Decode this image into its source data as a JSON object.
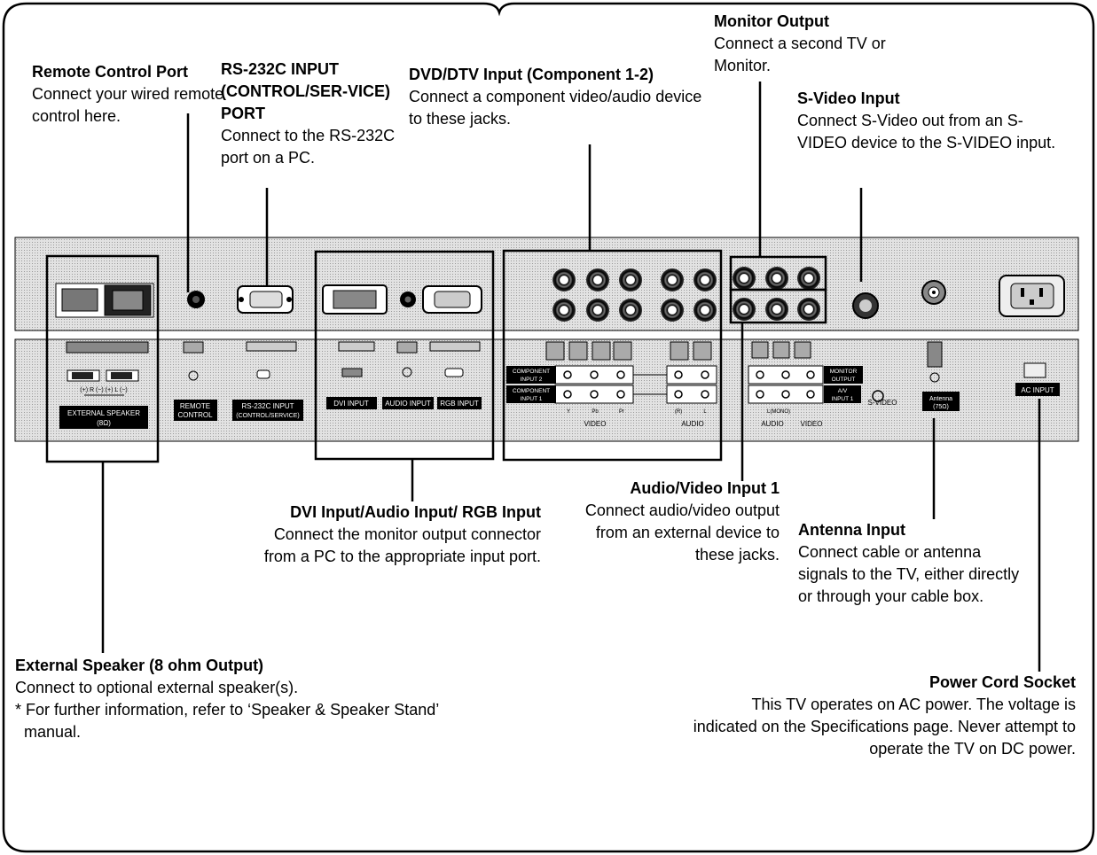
{
  "callouts": {
    "remote": {
      "title": "Remote Control Port",
      "desc": "Connect your wired remote control here."
    },
    "rs232": {
      "title": "RS-232C INPUT (CONTROL/SER-VICE) PORT",
      "desc": "Connect to the RS-232C port on a PC."
    },
    "dvd": {
      "title": "DVD/DTV Input (Component 1-2)",
      "desc": "Connect a component video/audio device to these jacks."
    },
    "monitor": {
      "title": "Monitor Output",
      "desc": "Connect a second TV or Monitor."
    },
    "svideo": {
      "title": "S-Video Input",
      "desc": "Connect S-Video out from an S-VIDEO device to the S-VIDEO input."
    },
    "dvi": {
      "title": "DVI Input/Audio Input/ RGB Input",
      "desc": "Connect the monitor output connector from a PC to the appropriate input port."
    },
    "av1": {
      "title": "Audio/Video Input 1",
      "desc": "Connect audio/video output from an external device to these jacks."
    },
    "antenna": {
      "title": "Antenna Input",
      "desc": "Connect cable or antenna signals to the TV, either directly or through your cable box."
    },
    "extspk": {
      "title": "External Speaker (8 ohm Output)",
      "desc": "Connect to optional external speaker(s).",
      "note": "* For further information, refer to ‘Speaker & Speaker Stand’ manual."
    },
    "power": {
      "title": "Power Cord Socket",
      "desc": "This TV operates on AC power. The voltage is indicated on the Specifications page. Never attempt to operate the TV on DC power."
    }
  },
  "panel_labels": {
    "external_speaker": "EXTERNAL SPEAKER",
    "external_speaker_ohm": "(8Ω)",
    "remote_control_1": "REMOTE",
    "remote_control_2": "CONTROL",
    "rs232_1": "RS-232C INPUT",
    "rs232_2": "(CONTROL/SERVICE)",
    "dvi_input": "DVI INPUT",
    "audio_input": "AUDIO INPUT",
    "rgb_input": "RGB INPUT",
    "component2_1": "COMPONENT",
    "component2_2": "INPUT 2",
    "component1_1": "COMPONENT",
    "component1_2": "INPUT 1",
    "y": "Y",
    "pb": "Pb",
    "pr": "Pr",
    "video": "VIDEO",
    "r": "(R)",
    "l": "L",
    "audio": "AUDIO",
    "monitor_output_1": "MONITOR",
    "monitor_output_2": "OUTPUT",
    "av_input_1": "A/V",
    "av_input_2": "INPUT 1",
    "s_video": "S-VIDEO",
    "l_mono": "L(MONO)",
    "audio2": "AUDIO",
    "video2": "VIDEO",
    "antenna_1": "Antenna",
    "antenna_2": "(75Ω)",
    "ac_input": "AC INPUT",
    "spk_polarity": "(+) R (−)   (+) L (−)"
  },
  "colors": {
    "panel": "#d4d4d4",
    "label_bg": "#000000",
    "label_fg": "#ffffff",
    "line": "#000000"
  }
}
